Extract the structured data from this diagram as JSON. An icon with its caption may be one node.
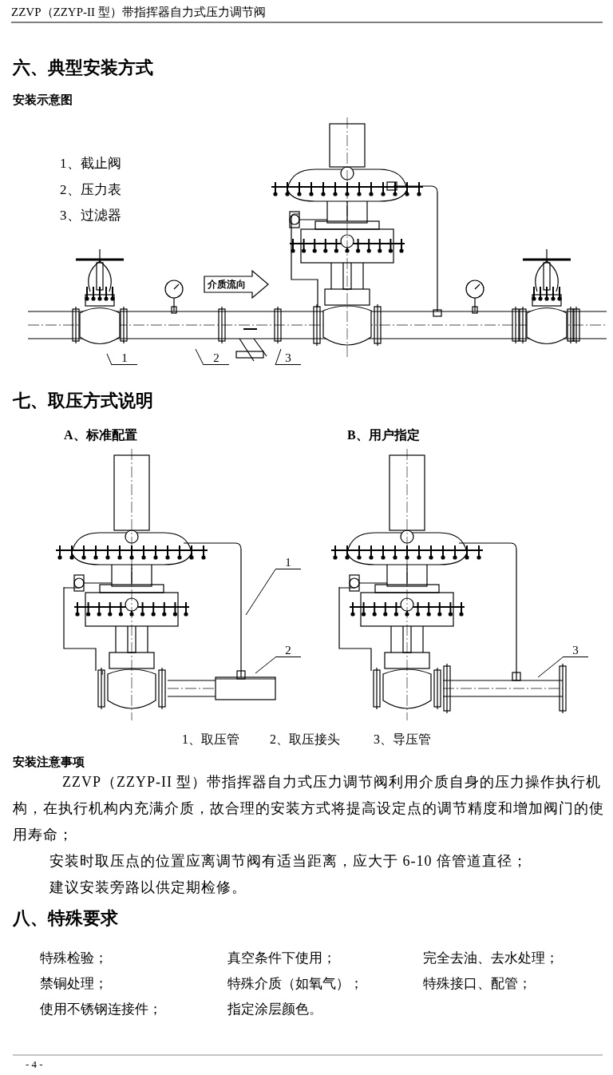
{
  "diagram": {
    "title": "ZZVP（ZZYP-II 型）带指挥器自力式压力调节阀",
    "nodes": [
      {
        "text": [
          "1"
        ]
      },
      {
        "text": [
          "2"
        ]
      },
      {
        "text": [
          "3"
        ]
      },
      {
        "text": [
          "1"
        ]
      },
      {
        "text": [
          "2"
        ]
      },
      {
        "text": [
          "3"
        ]
      }
    ],
    "edges": [
      {
        "from": 0,
        "to": null,
        "arrow": "none"
      },
      {
        "from": 1,
        "to": null,
        "arrow": "none"
      },
      {
        "from": 2,
        "to": null,
        "arrow": "none"
      },
      {
        "from": 3,
        "to": null,
        "arrow": "none"
      },
      {
        "from": 4,
        "to": null,
        "arrow": "none"
      },
      {
        "from": 5,
        "to": null,
        "arrow": "none"
      }
    ],
    "labels": [
      "六、典型安装方式",
      "安装示意图",
      "1、截止阀",
      "2、压力表",
      "3、过滤器",
      "介质流向",
      "七、取压方式说明",
      "A、标准配置",
      "B、用户指定",
      "1、取压管",
      "2、取压接头",
      "3、导压管",
      "安装注意事项",
      "ZZVP（ZZYP-II 型）带指挥器自力式压力调节阀利用介质自身的压力操作执行机构，在执行机构内充满介质，故合理的安装方式将提高设定点的调节精度和增加阀门的使用寿命；",
      "安装时取压点的位置应离调节阀有适当距离，应大于 6-10 倍管道直径；",
      "建议安装旁路以供定期检修。",
      "八、特殊要求",
      "特殊检验；",
      "真空条件下使用；",
      "完全去油、去水处理；",
      "禁铜处理；",
      "特殊介质（如氧气）；",
      "特殊接口、配管；",
      "使用不锈钢连接件；",
      "指定涂层颜色。",
      "- 4 -"
    ]
  }
}
